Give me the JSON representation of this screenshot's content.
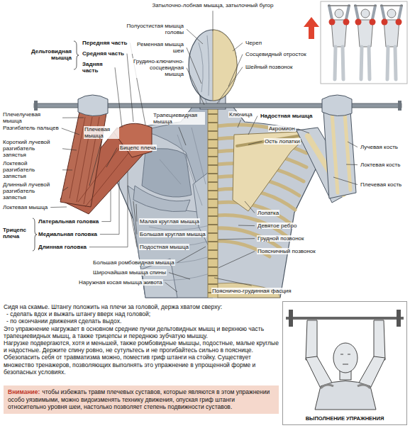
{
  "diagram": {
    "nodes": [
      {
        "text": [
          "Внимание:",
          "чтобы избежать травм плечевых суставов, которые являются в этом упражнении особо уязвимыми, можно видоизменять технику движения, опуская гриф штанги относительно уровня шеи, настолько позволяет степень подвижности суставов."
        ]
      },
      {
        "text": [
          "ВЫПОЛНЕНИЕ УПРАЖНЕНИЯ"
        ]
      }
    ],
    "labels": [
      "Затылочно-лобная мышца, затылочный бугор",
      "Полуостистая мышца головы",
      "Ременная мышца шеи",
      "Грудино-ключично-сосцевидная мышца",
      "Череп",
      "Сосцевидный отросток",
      "Шейный позвонок",
      "Дельтовидная мышца",
      "Передняя часть",
      "Средняя часть",
      "Задняя часть",
      "Плечелучевая мышца",
      "Разгибатель пальцев",
      "Плечевая мышца",
      "Трапециевидная мышца",
      "Ключица",
      "Надостная мышца",
      "Короткий лучевой разгибатель запястья",
      "Бицепс плеча",
      "Акромион",
      "Ость лопатки",
      "Лучевая кость",
      "Локтевой разгибатель запястья",
      "Локтевая кость",
      "Длинный лучевой разгибатель запястья",
      "Плечевая кость",
      "Локтевая мышца",
      "Лопатка",
      "Латеральная головка",
      "Малая круглая мышца",
      "Девятое ребро",
      "Трицепс плеча",
      "Медиальная головка",
      "Большая круглая мышца",
      "Грудной позвонок",
      "Длинная головка",
      "Подостная мышца",
      "Поясничный позвонок",
      "Большая ромбовидная мышца",
      "Широчайшая мышца спины",
      "Наружная косая мышца живота",
      "Пояснично-грудинная фасция",
      "Сидя на скамье. Штангу положить на плечи за головой, держа хватом сверху:",
      "- сделать вдох и выжать штангу вверх над головой;",
      "- по окончании движения сделать выдох.",
      "Это упражнение нагружает в основном средние пучки дельтовидных мышц и верхнюю часть трапециевидных мышц, а также трицепсы и переднюю зубчатую мышцу.",
      "Нагрузке подвергаются, хотя и меньшей, также ромбовидные мышцы, подостные, малые круглые и надостные. Держите спину ровно, не сутультесь и не прогибайтесь сильно в пояснице. Обезопасить себя от травматизма можно, поместив гриф штанги на стойку. Существует множество тренажеров, позволяющих выполнять это упражнение в упрощенной форме и безопасных условиях."
    ]
  }
}
